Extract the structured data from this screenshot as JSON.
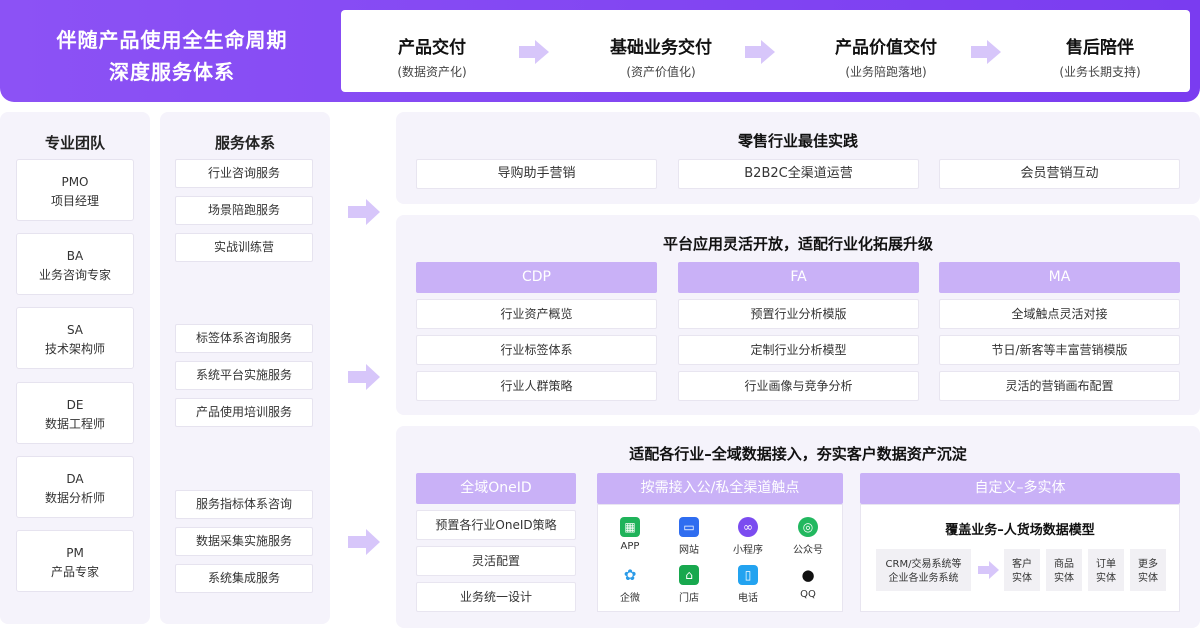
{
  "header": {
    "title_line1": "伴随产品使用全生命周期",
    "title_line2": "深度服务体系",
    "stages": [
      {
        "title": "产品交付",
        "sub": "(数据资产化)"
      },
      {
        "title": "基础业务交付",
        "sub": "(资产价值化)"
      },
      {
        "title": "产品价值交付",
        "sub": "(业务陪跑落地)"
      },
      {
        "title": "售后陪伴",
        "sub": "(业务长期支持)"
      }
    ]
  },
  "team": {
    "title": "专业团队",
    "roles": [
      {
        "abbr": "PMO",
        "name": "项目经理"
      },
      {
        "abbr": "BA",
        "name": "业务咨询专家"
      },
      {
        "abbr": "SA",
        "name": "技术架构师"
      },
      {
        "abbr": "DE",
        "name": "数据工程师"
      },
      {
        "abbr": "DA",
        "name": "数据分析师"
      },
      {
        "abbr": "PM",
        "name": "产品专家"
      }
    ]
  },
  "services": {
    "title": "服务体系",
    "groups": [
      [
        "行业咨询服务",
        "场景陪跑服务",
        "实战训练营"
      ],
      [
        "标签体系咨询服务",
        "系统平台实施服务",
        "产品使用培训服务"
      ],
      [
        "服务指标体系咨询",
        "数据采集实施服务",
        "系统集成服务"
      ]
    ]
  },
  "retail": {
    "title": "零售行业最佳实践",
    "items": [
      "导购助手营销",
      "B2B2C全渠道运营",
      "会员营销互动"
    ]
  },
  "platform": {
    "title": "平台应用灵活开放，适配行业化拓展升级",
    "columns": [
      {
        "header": "CDP",
        "items": [
          "行业资产概览",
          "行业标签体系",
          "行业人群策略"
        ]
      },
      {
        "header": "FA",
        "items": [
          "预置行业分析模版",
          "定制行业分析模型",
          "行业画像与竞争分析"
        ]
      },
      {
        "header": "MA",
        "items": [
          "全域触点灵活对接",
          "节日/新客等丰富营销模版",
          "灵活的营销画布配置"
        ]
      }
    ]
  },
  "data": {
    "title": "适配各行业–全域数据接入，夯实客户数据资产沉淀",
    "oneid": {
      "header": "全域OneID",
      "items": [
        "预置各行业OneID策略",
        "灵活配置",
        "业务统一设计"
      ]
    },
    "channels": {
      "header": "按需接入公/私全渠道触点",
      "items": [
        {
          "label": "APP",
          "icon": "app-icon",
          "color": "#1fb35a"
        },
        {
          "label": "网站",
          "icon": "website-icon",
          "color": "#2f6df0"
        },
        {
          "label": "小程序",
          "icon": "mini-program-icon",
          "color": "#7b4cf0"
        },
        {
          "label": "公众号",
          "icon": "official-account-icon",
          "color": "#22b85f"
        },
        {
          "label": "企微",
          "icon": "wecom-icon",
          "color": "#2b9be8"
        },
        {
          "label": "门店",
          "icon": "store-icon",
          "color": "#18a84e"
        },
        {
          "label": "电话",
          "icon": "phone-icon",
          "color": "#23a3f0"
        },
        {
          "label": "QQ",
          "icon": "qq-icon",
          "color": "#111111"
        }
      ]
    },
    "custom": {
      "header": "自定义–多实体",
      "subtitle": "覆盖业务–人货场数据模型",
      "source_line1": "CRM/交易系统等",
      "source_line2": "企业各业务系统",
      "entities": [
        {
          "line1": "客户",
          "line2": "实体"
        },
        {
          "line1": "商品",
          "line2": "实体"
        },
        {
          "line1": "订单",
          "line2": "实体"
        },
        {
          "line1": "更多",
          "line2": "实体"
        }
      ]
    }
  },
  "colors": {
    "brand": "#7a3cf0",
    "header_light": "#c9b1f7",
    "panel": "#f5f3fb",
    "arrow": "#d7c6fa"
  }
}
